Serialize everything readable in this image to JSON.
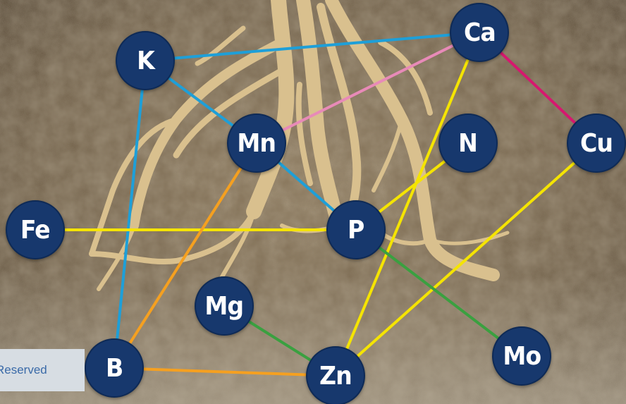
{
  "nodes": [
    {
      "id": "K",
      "label": "K"
    },
    {
      "id": "Ca",
      "label": "Ca"
    },
    {
      "id": "Mn",
      "label": "Mn"
    },
    {
      "id": "N",
      "label": "N"
    },
    {
      "id": "Cu",
      "label": "Cu"
    },
    {
      "id": "Fe",
      "label": "Fe"
    },
    {
      "id": "P",
      "label": "P"
    },
    {
      "id": "Mg",
      "label": "Mg"
    },
    {
      "id": "Mo",
      "label": "Mo"
    },
    {
      "id": "B",
      "label": "B"
    },
    {
      "id": "Zn",
      "label": "Zn"
    }
  ],
  "edges": [
    {
      "from": "K",
      "to": "Ca",
      "color": "#1e9fd8"
    },
    {
      "from": "K",
      "to": "Mn",
      "color": "#1e9fd8"
    },
    {
      "from": "K",
      "to": "B",
      "color": "#1e9fd8"
    },
    {
      "from": "Mn",
      "to": "P",
      "color": "#1e9fd8"
    },
    {
      "from": "Ca",
      "to": "Mn",
      "color": "#e88ab8"
    },
    {
      "from": "Ca",
      "to": "Cu",
      "color": "#d6186f"
    },
    {
      "from": "Ca",
      "to": "Zn",
      "color": "#f5e400"
    },
    {
      "from": "N",
      "to": "P",
      "color": "#f5e400"
    },
    {
      "from": "Cu",
      "to": "Zn",
      "color": "#f5e400"
    },
    {
      "from": "Fe",
      "to": "P",
      "color": "#f5e400"
    },
    {
      "from": "Mn",
      "to": "B",
      "color": "#f5a020"
    },
    {
      "from": "B",
      "to": "Zn",
      "color": "#f5a020"
    },
    {
      "from": "P",
      "to": "Mo",
      "color": "#3aa040"
    },
    {
      "from": "Mg",
      "to": "Zn",
      "color": "#3aa040"
    }
  ],
  "copyright_fragment": "Reserved",
  "colors": {
    "node_fill": "#17386d",
    "node_text": "#ffffff",
    "background": "#6b5a44",
    "root": "#d9c08e"
  }
}
